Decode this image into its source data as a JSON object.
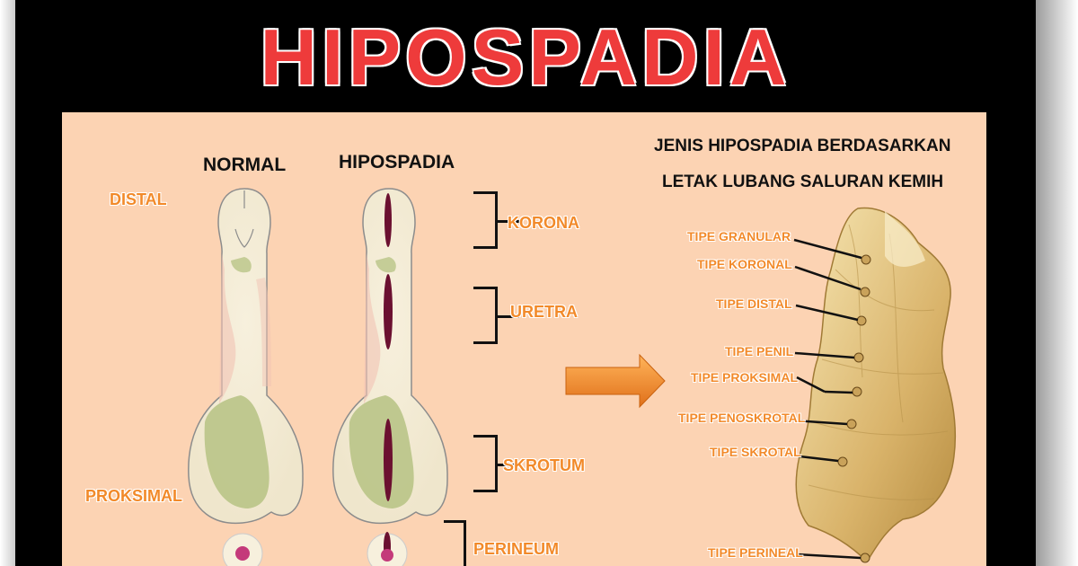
{
  "title": "HIPOSPADIA",
  "left_labels": {
    "normal": "NORMAL",
    "hipospadia": "HIPOSPADIA",
    "distal": "DISTAL",
    "proksimal": "PROKSIMAL"
  },
  "segments": [
    "KORONA",
    "URETRA",
    "SKROTUM",
    "PERINEUM"
  ],
  "right_heading": {
    "line1": "JENIS HIPOSPADIA BERDASARKAN",
    "line2": "LETAK LUBANG SALURAN KEMIH"
  },
  "types": [
    "TIPE GRANULAR",
    "TIPE KORONAL",
    "TIPE DISTAL",
    "TIPE PENIL",
    "TIPE PROKSIMAL",
    "TIPE PENOSKROTAL",
    "TIPE SKROTAL",
    "TIPE PERINEAL"
  ],
  "colors": {
    "title": "#ee3b3b",
    "label_orange": "#f28a2a",
    "panel": "#fcd3b3",
    "frame": "#000000",
    "arrow": "#f28a2a"
  },
  "icons": {
    "arrow": "right-arrow-icon"
  }
}
